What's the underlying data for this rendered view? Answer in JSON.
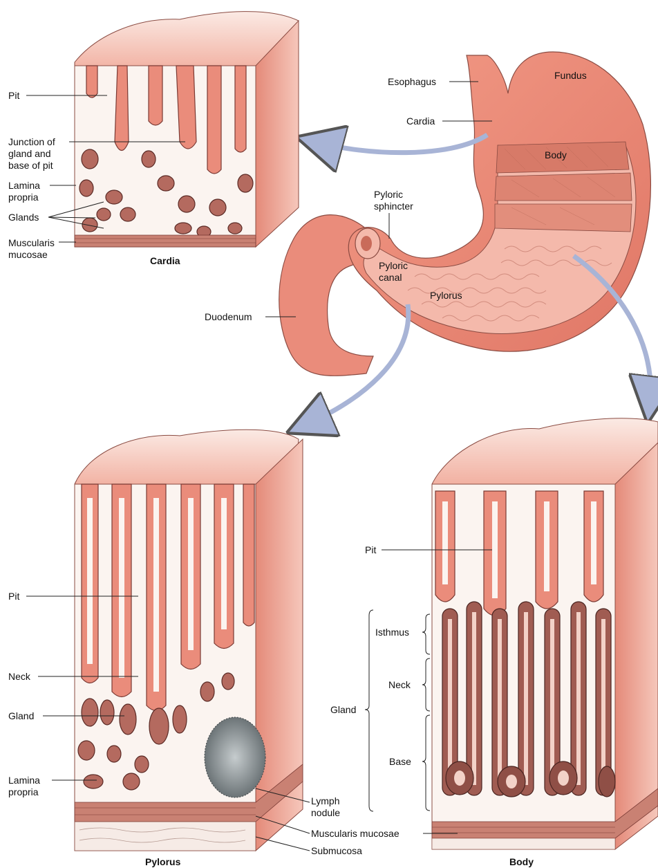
{
  "stomach": {
    "esophagus": "Esophagus",
    "fundus": "Fundus",
    "cardia": "Cardia",
    "body": "Body",
    "pyloric_sphincter": "Pyloric\nsphincter",
    "pyloric_canal": "Pyloric\ncanal",
    "pylorus": "Pylorus",
    "duodenum": "Duodenum"
  },
  "cardia_panel": {
    "caption": "Cardia",
    "labels": {
      "pit": "Pit",
      "junction": "Junction of\ngland and\nbase of pit",
      "lamina_propria": "Lamina\npropria",
      "glands": "Glands",
      "muscularis_mucosae": "Muscularis\nmucosae"
    }
  },
  "pylorus_panel": {
    "caption": "Pylorus",
    "labels": {
      "pit": "Pit",
      "neck": "Neck",
      "gland": "Gland",
      "lamina_propria": "Lamina\npropria",
      "lymph_nodule": "Lymph\nnodule",
      "muscularis_mucosae": "Muscularis mucosae",
      "submucosa": "Submucosa"
    }
  },
  "body_panel": {
    "caption": "Body",
    "labels": {
      "pit": "Pit",
      "isthmus": "Isthmus",
      "neck": "Neck",
      "base": "Base",
      "gland": "Gland"
    }
  },
  "colors": {
    "tissue_pink": "#e9877a",
    "tissue_light": "#f7d9cf",
    "tissue_dark": "#7a3a34",
    "arrow": "#a8b4d6",
    "lymph": "#9aa3a6"
  }
}
